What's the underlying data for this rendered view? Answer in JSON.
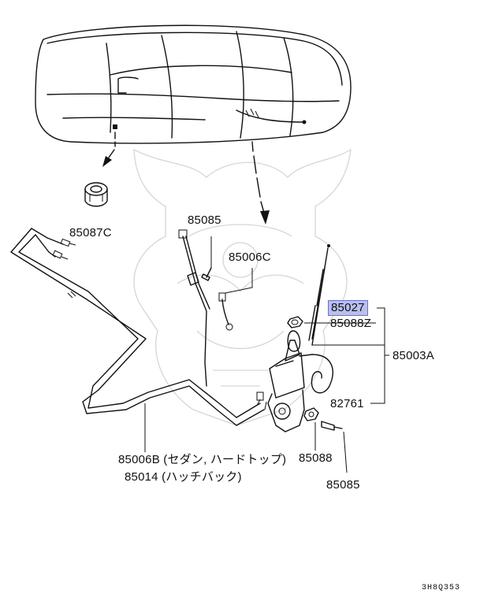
{
  "labels": {
    "p85087c": "85087C",
    "p85085_top": "85085",
    "p85006c": "85006C",
    "p85027": "85027",
    "p85088z": "85088Z",
    "p85003a": "85003A",
    "p82761": "82761",
    "p85006b": "85006B (セダン, ハードトップ)",
    "p85014": "85014  (ハッチバック)",
    "p85088": "85088",
    "p85085_bottom": "85085"
  },
  "diagram_code": "3H8Q353",
  "highlight_color": "#b9bfef"
}
